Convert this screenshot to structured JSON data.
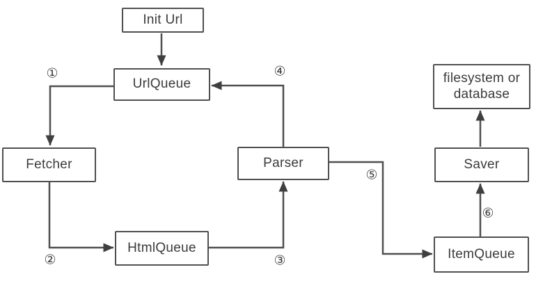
{
  "diagram": {
    "type": "flowchart",
    "background_color": "#ffffff",
    "line_color": "#4f4f4f",
    "text_color": "#3a3a3a"
  },
  "nodes": {
    "init_url": {
      "label": "Init Url"
    },
    "url_queue": {
      "label": "UrlQueue"
    },
    "fetcher": {
      "label": "Fetcher"
    },
    "html_queue": {
      "label": "HtmlQueue"
    },
    "parser": {
      "label": "Parser"
    },
    "storage": {
      "label": "filesystem or\ndatabase"
    },
    "saver": {
      "label": "Saver"
    },
    "item_queue": {
      "label": "ItemQueue"
    }
  },
  "steps": {
    "step1": "①",
    "step2": "②",
    "step3": "③",
    "step4": "④",
    "step5": "⑤",
    "step6": "⑥"
  },
  "edges": [
    {
      "from": "init_url",
      "to": "url_queue",
      "label": ""
    },
    {
      "from": "url_queue",
      "to": "fetcher",
      "label": "①"
    },
    {
      "from": "fetcher",
      "to": "html_queue",
      "label": "②"
    },
    {
      "from": "html_queue",
      "to": "parser",
      "label": "③"
    },
    {
      "from": "parser",
      "to": "url_queue",
      "label": "④"
    },
    {
      "from": "parser",
      "to": "item_queue",
      "label": "⑤"
    },
    {
      "from": "item_queue",
      "to": "saver",
      "label": "⑥"
    },
    {
      "from": "saver",
      "to": "storage",
      "label": ""
    }
  ]
}
